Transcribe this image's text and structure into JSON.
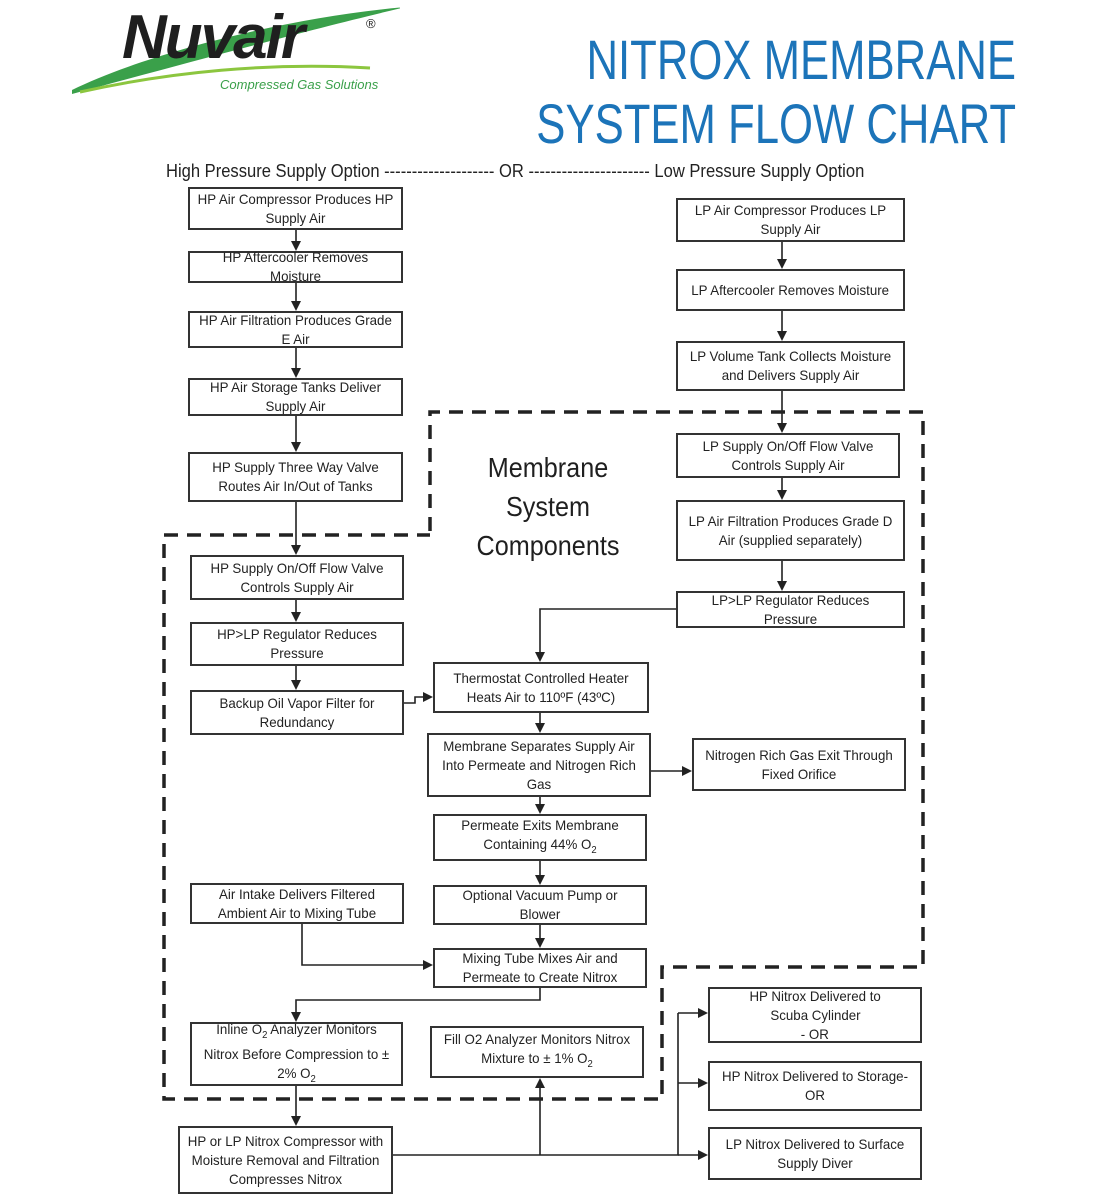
{
  "logo": {
    "word": "Nuvair",
    "reg": "®",
    "tagline": "Compressed Gas Solutions"
  },
  "title": {
    "line1": "NITROX MEMBRANE",
    "line2": "SYSTEM FLOW CHART"
  },
  "options_line": "High Pressure Supply Option -------------------- OR ---------------------- Low Pressure Supply Option",
  "membrane_label": {
    "line1": "Membrane",
    "line2": "System",
    "line3": "Components"
  },
  "colors": {
    "title": "#1c74b9",
    "logo_green": "#3aa04a",
    "ink": "#222222"
  },
  "boxes": {
    "hp_compressor": "HP Air Compressor Produces HP Supply Air",
    "hp_aftercooler": "HP Aftercooler Removes Moisture",
    "hp_filtration": "HP Air Filtration Produces Grade E Air",
    "hp_storage": "HP Air Storage Tanks Deliver Supply Air",
    "hp_three_way": "HP Supply Three Way Valve Routes Air In/Out of Tanks",
    "hp_onoff": "HP Supply On/Off Flow Valve Controls Supply Air",
    "hp_regulator": "HP>LP Regulator Reduces Pressure",
    "backup_filter": "Backup Oil Vapor Filter for Redundancy",
    "lp_compressor": "LP Air Compressor Produces LP Supply Air",
    "lp_aftercooler": "LP Aftercooler Removes Moisture",
    "lp_volume_tank": "LP Volume Tank Collects Moisture and Delivers Supply Air",
    "lp_onoff": "LP Supply On/Off Flow Valve Controls Supply Air",
    "lp_filtration": "LP Air Filtration Produces Grade D Air (supplied separately)",
    "lp_regulator": "LP>LP Regulator Reduces Pressure",
    "heater": "Thermostat Controlled Heater Heats Air to 110ºF (43ºC)",
    "membrane": "Membrane Separates Supply Air Into Permeate and Nitrogen Rich Gas",
    "nitrogen_exit": "Nitrogen Rich Gas Exit Through Fixed Orifice",
    "permeate_a": "Permeate Exits Membrane Containing 44% O",
    "vacuum": "Optional Vacuum Pump or Blower",
    "air_intake": "Air Intake Delivers Filtered Ambient Air to Mixing Tube",
    "mixing_tube": "Mixing Tube Mixes Air and Permeate to Create Nitrox",
    "inline_a": "Inline O",
    "inline_b": " Analyzer Monitors Nitrox Before Compression to ± 2% O",
    "fill_a": "Fill O2 Analyzer Monitors Nitrox Mixture to ± 1% O",
    "nitrox_compressor": "HP or LP Nitrox Compressor with Moisture Removal and Filtration Compresses Nitrox",
    "scuba_a": "HP Nitrox Delivered to",
    "scuba_b": "Scuba Cylinder",
    "scuba_c": "- OR",
    "storage": "HP Nitrox Delivered to Storage-OR",
    "surface": "LP Nitrox Delivered to Surface Supply Diver",
    "sub2": "2"
  }
}
